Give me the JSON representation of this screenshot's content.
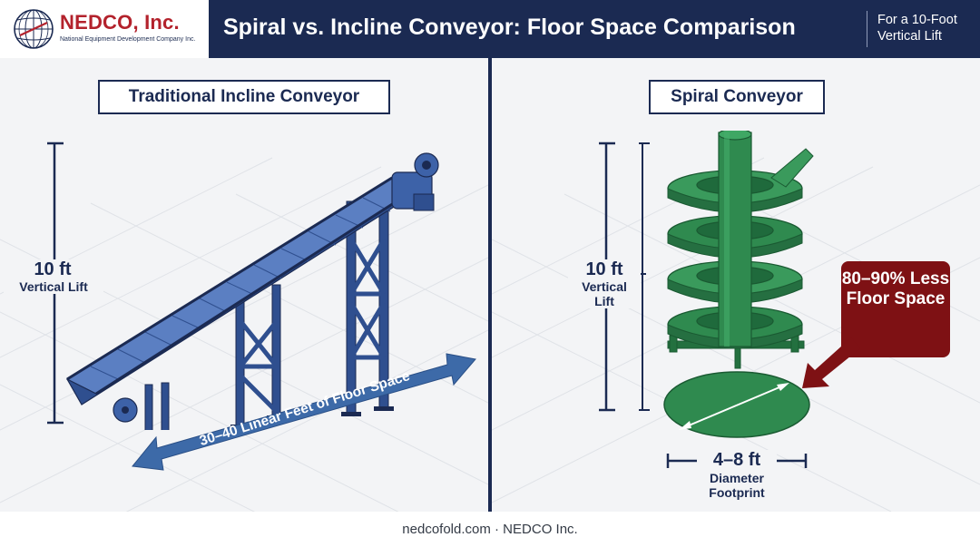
{
  "logo": {
    "name": "NEDCO, Inc.",
    "subtitle": "National Equipment Development Company Inc."
  },
  "header": {
    "title": "Spiral vs. Incline Conveyor: Floor Space Comparison",
    "note": "For a 10-Foot Vertical Lift"
  },
  "left_panel": {
    "label": "Traditional Incline Conveyor",
    "lift_value": "10 ft",
    "lift_label": "Vertical Lift",
    "floor_arrow_label": "30–40 Linear Feet of Floor Space"
  },
  "right_panel": {
    "label": "Spiral Conveyor",
    "lift_value": "10 ft",
    "lift_label_line1": "Vertical",
    "lift_label_line2": "Lift",
    "callout": "80–90% Less Floor Space",
    "diameter_value": "4–8 ft",
    "diameter_label_line1": "Diameter",
    "diameter_label_line2": "Footprint"
  },
  "footer": {
    "text": "nedcofold.com · NEDCO Inc."
  },
  "colors": {
    "navy": "#1b2a52",
    "brand_red": "#b3222c",
    "incline_blue": "#3d62a8",
    "spiral_green": "#2f8a4f",
    "callout_maroon": "#7e1114",
    "panel_bg": "#f3f4f6"
  },
  "icons": [
    "globe-logo-icon",
    "incline-conveyor-illustration",
    "spiral-conveyor-illustration",
    "pointer-arrow-icon"
  ]
}
